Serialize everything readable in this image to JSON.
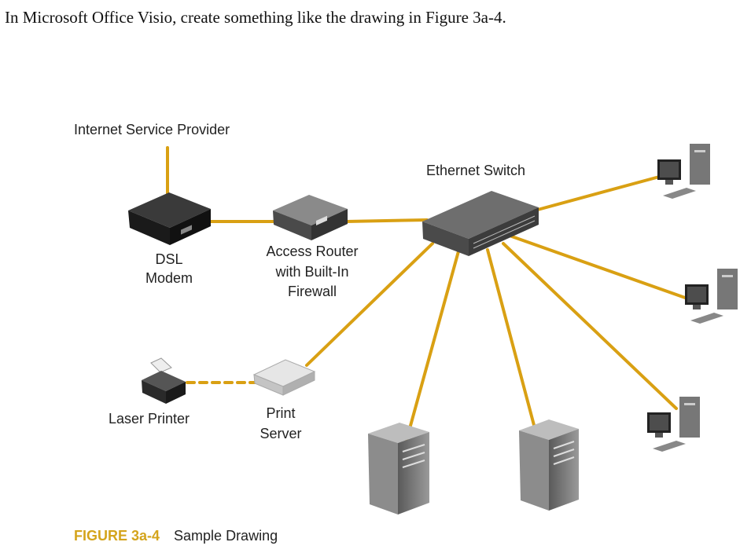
{
  "instruction": "In Microsoft Office Visio, create something like the drawing in Figure 3a-4.",
  "colors": {
    "link": "#d9a013",
    "device_dark": "#2b2b2b",
    "device_light": "#d9d9d9",
    "caption_accent": "#d4a41c"
  },
  "nodes": {
    "isp": {
      "label": "Internet Service Provider",
      "icon": "cloud-link"
    },
    "dsl_modem": {
      "label_lines": [
        "DSL",
        "Modem"
      ],
      "icon": "modem-icon"
    },
    "access_router": {
      "label_lines": [
        "Access Router",
        "with Built-In",
        "Firewall"
      ],
      "icon": "router-icon"
    },
    "ethernet_switch": {
      "label": "Ethernet Switch",
      "icon": "switch-icon"
    },
    "print_server": {
      "label_lines": [
        "Print",
        "Server"
      ],
      "icon": "print-server-icon"
    },
    "laser_printer": {
      "label": "Laser Printer",
      "icon": "printer-icon"
    },
    "workstations": [
      "workstation-icon",
      "workstation-icon",
      "workstation-icon"
    ],
    "servers": [
      "server-tower-icon",
      "server-tower-icon"
    ]
  },
  "links": [
    {
      "from": "isp",
      "to": "dsl_modem",
      "style": "solid"
    },
    {
      "from": "dsl_modem",
      "to": "access_router",
      "style": "solid"
    },
    {
      "from": "access_router",
      "to": "ethernet_switch",
      "style": "solid"
    },
    {
      "from": "ethernet_switch",
      "to": "print_server",
      "style": "solid"
    },
    {
      "from": "print_server",
      "to": "laser_printer",
      "style": "dashed"
    },
    {
      "from": "ethernet_switch",
      "to": "workstation-1",
      "style": "solid"
    },
    {
      "from": "ethernet_switch",
      "to": "workstation-2",
      "style": "solid"
    },
    {
      "from": "ethernet_switch",
      "to": "workstation-3",
      "style": "solid"
    },
    {
      "from": "ethernet_switch",
      "to": "server-1",
      "style": "solid"
    },
    {
      "from": "ethernet_switch",
      "to": "server-2",
      "style": "solid"
    }
  ],
  "caption": {
    "number": "FIGURE 3a-4",
    "title": "Sample Drawing"
  }
}
